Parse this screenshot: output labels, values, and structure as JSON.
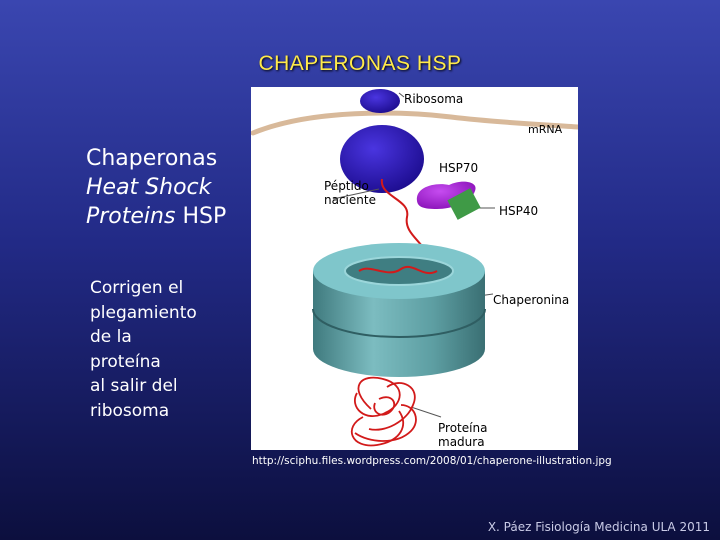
{
  "slide": {
    "title": "CHAPERONAS HSP",
    "heading_lines": [
      "Chaperonas",
      "Heat Shock",
      "Proteins"
    ],
    "heading_suffix": " HSP",
    "description_lines": [
      "Corrigen el",
      "plegamiento",
      "de la",
      "proteína",
      "al salir del",
      "ribosoma"
    ],
    "source_url": "http://sciphu.files.wordpress.com/2008/01/chaperone-illustration.jpg",
    "footer": "X. Páez Fisiología Medicina ULA 2011"
  },
  "diagram": {
    "labels": {
      "ribosome": "Ribosoma",
      "mrna": "mRNA",
      "hsp70": "HSP70",
      "nascent_peptide_line1": "Péptido",
      "nascent_peptide_line2": "naciente",
      "hsp40": "HSP40",
      "chaperonin": "Chaperonina",
      "mature_protein_line1": "Proteína",
      "mature_protein_line2": "madura"
    },
    "colors": {
      "ribosome": "#2a13b8",
      "mrna": "#d8b99a",
      "hsp70": "#a61bd8",
      "hsp40": "#3f9a46",
      "peptide": "#d21a1a",
      "chaperonin": "#5e9ea2",
      "chaperonin_top": "#7fc6cb"
    }
  }
}
